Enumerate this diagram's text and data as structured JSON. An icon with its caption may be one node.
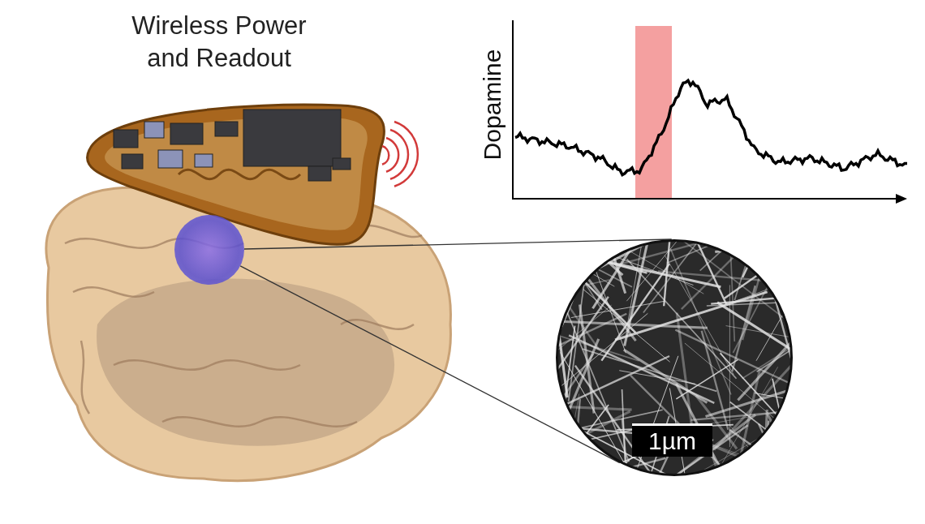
{
  "diagram": {
    "nodes": [
      {
        "text": [],
        "shape": "circle"
      },
      {
        "text": [
          "1µm"
        ]
      }
    ],
    "edges": [
      {
        "from": 0,
        "to": 1,
        "arrow": "none"
      },
      {
        "from": 0,
        "to": 1,
        "arrow": "none"
      }
    ],
    "labels": [
      "Wireless Power and Readout",
      "Dopamine"
    ]
  }
}
